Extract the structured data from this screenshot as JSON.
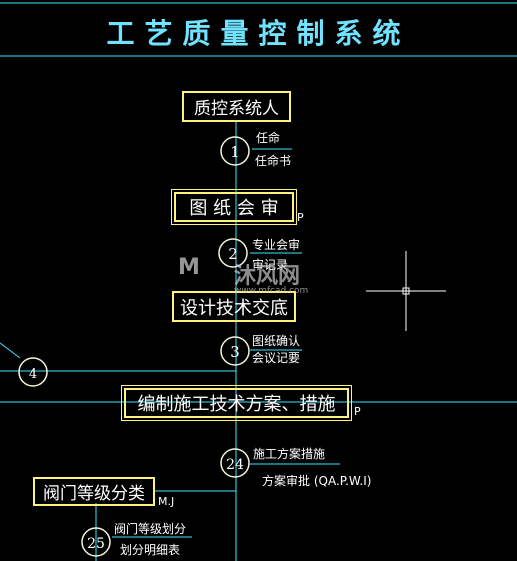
{
  "drawing": {
    "title": "工艺质量控制系统",
    "colors": {
      "line": "#39e7ff",
      "box_border": "#fff27a",
      "node_fill": "#f5f5dc",
      "text": "#ffffff",
      "background": "#000000",
      "title": "#6fe3ff"
    },
    "boxes": {
      "qc_person": "质控系统人",
      "drawing_review": "图 纸 会 审",
      "design_briefing": "设计技术交底",
      "construction_plan": "编制施工技术方案、措施",
      "valve_grading": "阀门等级分类"
    },
    "nodes": {
      "n1": "1",
      "n2": "2",
      "n3": "3",
      "n4": "4",
      "n24": "24",
      "n25": "25"
    },
    "notes": {
      "appoint": "任命",
      "appoint_letter": "任命书",
      "review_meeting": "专业会审",
      "review_record": "审记录",
      "drawing_confirm": "图纸确认",
      "meeting_minutes": "会议记要",
      "construction_measures": "施工方案措施",
      "plan_approval": "方案审批 (QA.P.W.I)",
      "valve_grade_division": "阀门等级划分",
      "division_table": "划分明细表",
      "mark_p1": "P",
      "mark_p2": "P",
      "mark_mj": "M.J"
    },
    "watermark": {
      "brand": "沐风网",
      "url": "www.mfcad.com"
    }
  }
}
